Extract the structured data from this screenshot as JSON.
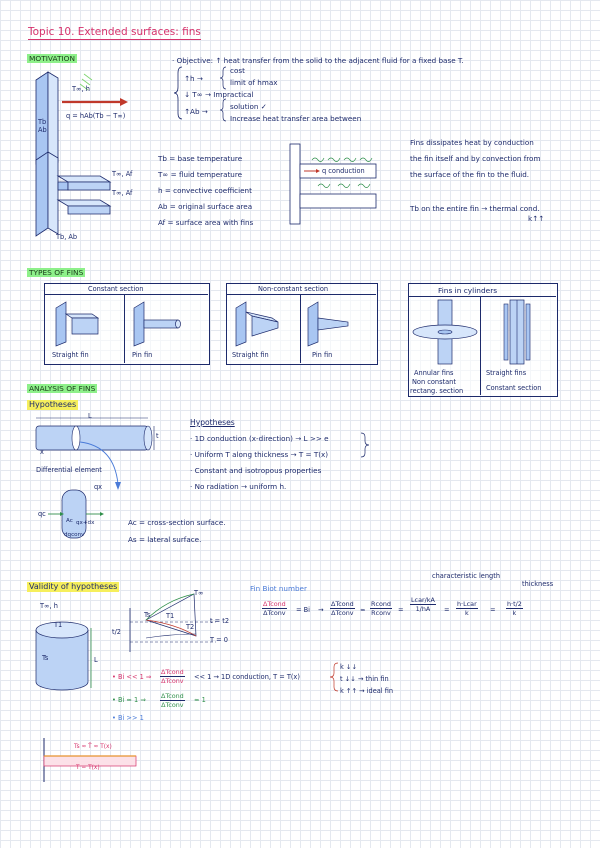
{
  "title": "Topic 10. Extended surfaces: fins",
  "sections": {
    "motivation": "MOTIVATION",
    "types": "TYPES OF FINS",
    "analysis": "ANALYSIS OF FINS",
    "hypotheses": "Hypotheses",
    "validity": "Validity of hypotheses",
    "biot": "Fin Biot number"
  },
  "motivation": {
    "objective": "· Objective: ↑ heat transfer from the solid to the adjacent fluid for a fixed base T.",
    "h_up": "↑h →",
    "cost": "cost",
    "limit": "limit of hmax",
    "tinf": "↓ T∞ → Impractical",
    "ab_up": "↑Ab →",
    "solution": "solution ✓",
    "increase": "Increase heat transfer area between",
    "tinf_h": "T∞, h",
    "tb": "Tb",
    "ab": "Ab",
    "q_eq": "q = hAb(Tb − T∞)",
    "fin_tinf_af": "T∞, Af",
    "fin_tinf_af2": "T∞, Af",
    "fin_tb_ab": "Tb, Ab",
    "defs": [
      "Tb = base temperature",
      "T∞ = fluid temperature",
      "h = convective coefficient",
      "Ab = original surface area",
      "Af = surface area with fins"
    ],
    "q_conduction": "q conduction",
    "fins_text": [
      "Fins dissipates heat by conduction",
      "the fin itself and by convection from",
      "the surface of the fin to the fluid."
    ],
    "tb_fin": "Tb on the entire fin → thermal cond.",
    "k_up": "k↑↑"
  },
  "types": {
    "constant": "Constant section",
    "nonconstant": "Non-constant section",
    "cylinders": "Fins in cylinders",
    "straight1": "Straight fin",
    "pin1": "Pin fin",
    "straight2": "Straight fin",
    "pin2": "Pin fin",
    "annular": "Annular fins",
    "annular2": "Non constant",
    "annular3": "rectang. section",
    "straight_fins": "Straight fins",
    "constant_section": "Constant section"
  },
  "analysis": {
    "l": "L",
    "t": "t",
    "x": "x",
    "diff": "Differential element",
    "qx": "qx",
    "qx_dx": "qx+dx",
    "qc": "qc",
    "ac": "Ac",
    "dqconv": "dqconv",
    "h_title": "Hypotheses",
    "hyps": [
      "· 1D conduction (x-direction) → L >> e",
      "· Uniform T along thickness → T = T(x)",
      "· Constant and isotropous properties",
      "· No radiation → uniform h."
    ],
    "ac_def": "Ac = cross-section surface.",
    "as_def": "As = lateral surface."
  },
  "validity": {
    "tinf_h": "T∞, h",
    "t1": "T1",
    "ts": "Ts",
    "tinf": "T∞",
    "ts_label": "Ts",
    "t1_label": "T1",
    "t2_label": "T2",
    "t_eq": "t = t2",
    "t0": "T = 0",
    "t_half": "t/2",
    "l_lbl": "L",
    "bi_small_a": "• Bi << 1 ⇒",
    "bi_small_b": "<< 1 → 1D conduction, T = T(x)",
    "bi_eq_a": "• Bi ≈ 1 ⇒",
    "bi_eq_b": "≈ 1",
    "bi_large": "• Bi >> 1",
    "dtcond": "ΔTcond",
    "dtconv": "ΔTconv",
    "kbul": [
      "k ↓↓",
      "t ↓↓ → thin fin",
      "k ↑↑ → ideal fin"
    ],
    "ts_bar": "Ts ≈ T̄ ≈ T(x)",
    "t_tx": "T = T(x)"
  },
  "biot": {
    "char_len": "characteristic length",
    "thickness": "thickness",
    "eq_bi": "= Bi",
    "rcond": "Rcond",
    "rconv": "Rconv",
    "lcar_ka": "Lcar/kA",
    "one_ha": "1/hA",
    "h_lcar": "h·Lcar",
    "k": "k",
    "h_t2": "h·t/2"
  }
}
